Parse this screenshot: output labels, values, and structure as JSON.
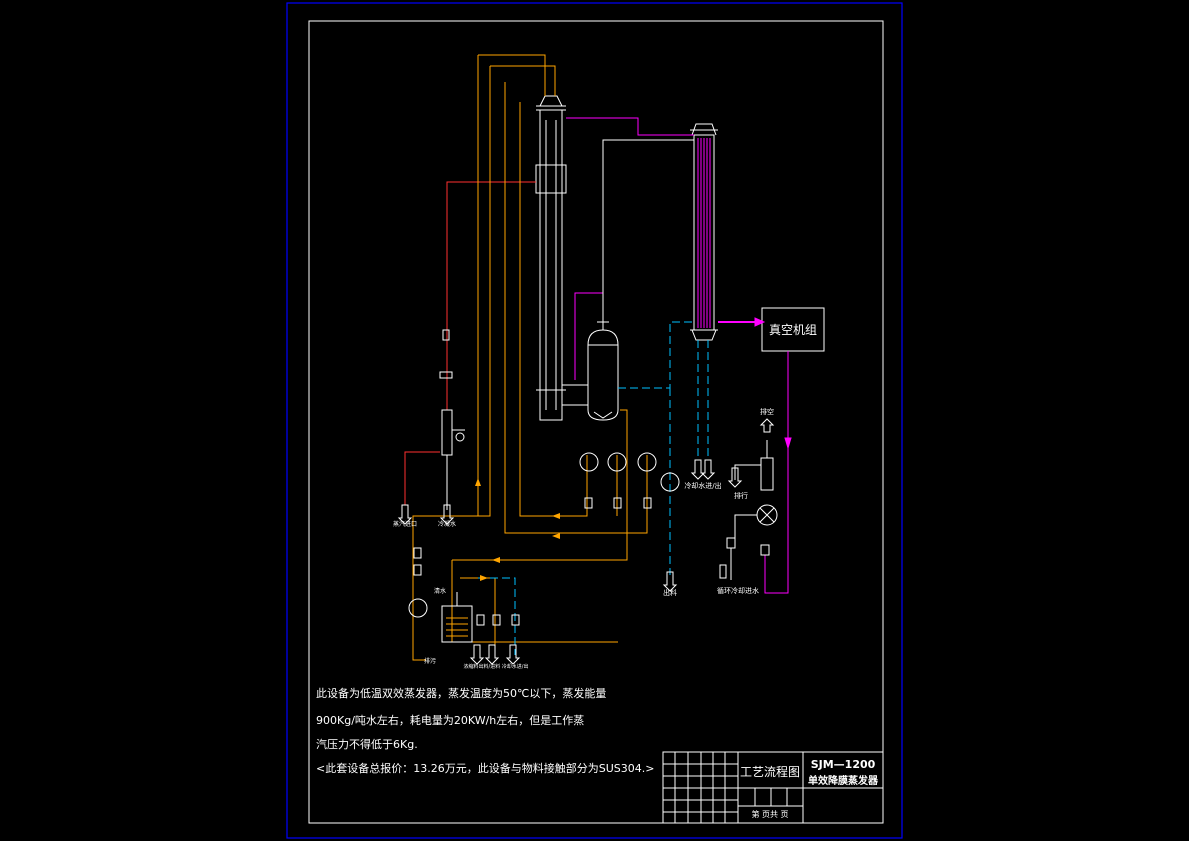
{
  "equipment": {
    "vacuum_unit_label": "真空机组",
    "vent_top_label": "排空",
    "drain_label": "排行",
    "cooling_water_in_label": "循环冷却进水",
    "cooling_water_out_label": "冷却水进/出",
    "steam_in_label": "蒸汽进口",
    "condensate_label": "冷凝水",
    "product_out_label": "出料",
    "feed_labels_bottom": "浓缩料出料/进料   冷却水进/出",
    "clean_water_label": "清水",
    "vent_label": "排污"
  },
  "notes": {
    "line1": "此设备为低温双效蒸发器，蒸发温度为50℃以下，蒸发能量",
    "line2": "900Kg/吨水左右，耗电量为20KW/h左右，但是工作蒸",
    "line3": "汽压力不得低于6Kg.",
    "line4": "<此套设备总报价：13.26万元，此设备与物料接触部分为SUS304.>"
  },
  "title_block": {
    "drawing_name": "工艺流程图",
    "drawing_code": "SJM—1200",
    "equipment_name": "单效降膜蒸发器",
    "sheet_label": "第    页共    页"
  },
  "colors": {
    "frame": "#0000ff",
    "steam": "#ff3030",
    "feed": "#ffa500",
    "vapor": "#ff00ff",
    "cooling": "#00bfff",
    "equipment": "#ffffff"
  }
}
